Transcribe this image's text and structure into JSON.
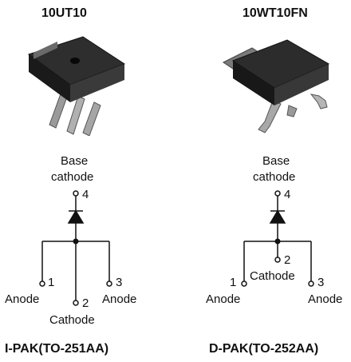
{
  "left": {
    "part_number": "10UT10",
    "package_name": "I-PAK(TO-251AA)",
    "base_label_line1": "Base",
    "base_label_line2": "cathode",
    "pin4": "4",
    "pin1": "1",
    "pin1_name": "Anode",
    "pin2": "2",
    "pin2_name": "Cathode",
    "pin3": "3",
    "pin3_name": "Anode"
  },
  "right": {
    "part_number": "10WT10FN",
    "package_name": "D-PAK(TO-252AA)",
    "base_label_line1": "Base",
    "base_label_line2": "cathode",
    "pin4": "4",
    "pin1": "1",
    "pin1_name": "Anode",
    "pin2": "2",
    "pin2_name": "Cathode",
    "pin3": "3",
    "pin3_name": "Anode"
  }
}
